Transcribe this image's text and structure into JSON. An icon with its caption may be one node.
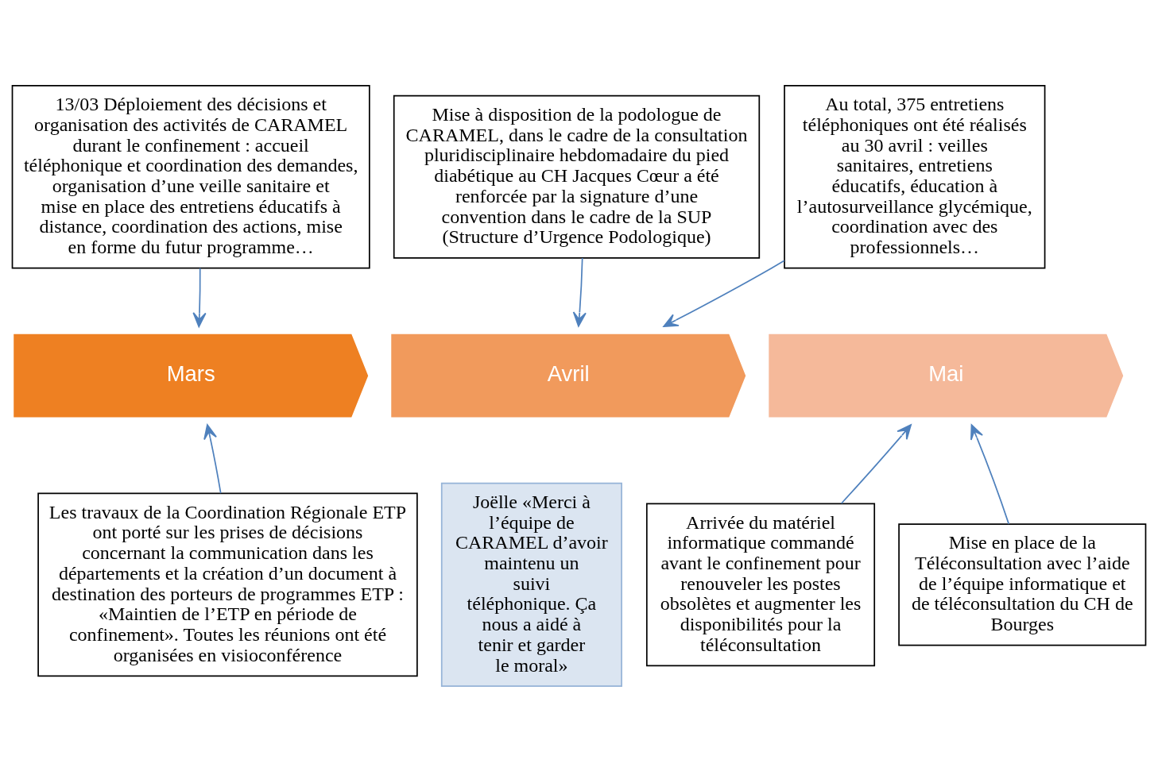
{
  "diagram": {
    "nodes": [
      {
        "text": [
          "13/03 Déploiement des décisions et organisation des activités de CARAMEL durant le confinement : accueil téléphonique et coordination des demandes, organisation d’une veille sanitaire et mise en place des entretiens éducatifs à distance, coordination des actions, mise en forme du futur programme…"
        ]
      },
      {
        "text": [
          "Mise à disposition de la podologue de CARAMEL, dans le cadre de la consultation pluridisciplinaire hebdomadaire du pied diabétique au CH Jacques Cœur a été renforcée par la signature d’une convention dans le cadre de la SUP (Structure d’Urgence Podologique)"
        ]
      },
      {
        "text": [
          "Au total, 375 entretiens téléphoniques ont été réalisés au 30 avril : veilles sanitaires, entretiens éducatifs, éducation à l’autosurveillance glycémique, coordination avec des professionnels…"
        ]
      },
      {
        "text": [
          "Mars"
        ]
      },
      {
        "text": [
          "Avril"
        ]
      },
      {
        "text": [
          "Mai"
        ]
      },
      {
        "text": [
          "Les travaux de la Coordination Régionale ETP ont porté sur les prises de décisions concernant la communication dans les départements et la création d’un document à destination des porteurs de programmes ETP : «Maintien de l’ETP en période de confinement». Toutes les réunions ont été organisées en visioconférence"
        ]
      },
      {
        "text": [
          "Joëlle «Merci à l’équipe de CARAMEL d’avoir maintenu un suivi téléphonique. Ça nous a aidé à tenir et garder le moral»"
        ]
      },
      {
        "text": [
          "Arrivée du matériel informatique commandé avant le confinement pour renouveler les postes obsolètes et augmenter les disponibilités pour la téléconsultation"
        ]
      },
      {
        "text": [
          "Mise en place de la Téléconsultation avec l’aide de l’équipe informatique et de téléconsultation du CH de Bourges"
        ]
      }
    ],
    "edges": [
      {
        "from": 0,
        "to": 3,
        "arrow": "to"
      },
      {
        "from": 1,
        "to": 4,
        "arrow": "to"
      },
      {
        "from": 2,
        "to": 4,
        "arrow": "to"
      },
      {
        "from": 6,
        "to": 3,
        "arrow": "to"
      },
      {
        "from": 8,
        "to": 5,
        "arrow": "to"
      },
      {
        "from": 9,
        "to": 5,
        "arrow": "to"
      }
    ]
  }
}
